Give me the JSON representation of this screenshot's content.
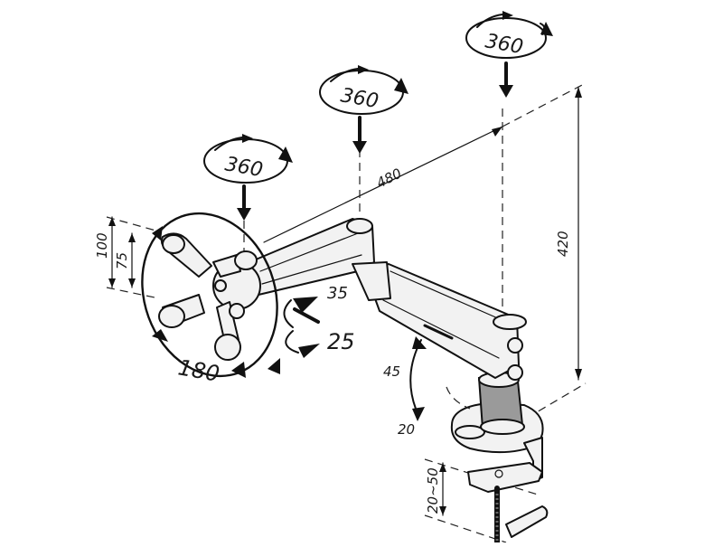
{
  "rotation_labels": {
    "pivot_top_right": "360",
    "pivot_top_middle": "360",
    "pivot_head": "360"
  },
  "dimensions": {
    "arm_reach": "480",
    "column_height": "420",
    "vesa_outer": "100",
    "vesa_inner": "75",
    "desk_thickness": "20~50"
  },
  "angles": {
    "head_rotation": "180",
    "tilt_up": "35",
    "tilt_down": "25",
    "arm_up": "45",
    "arm_down": "20"
  }
}
